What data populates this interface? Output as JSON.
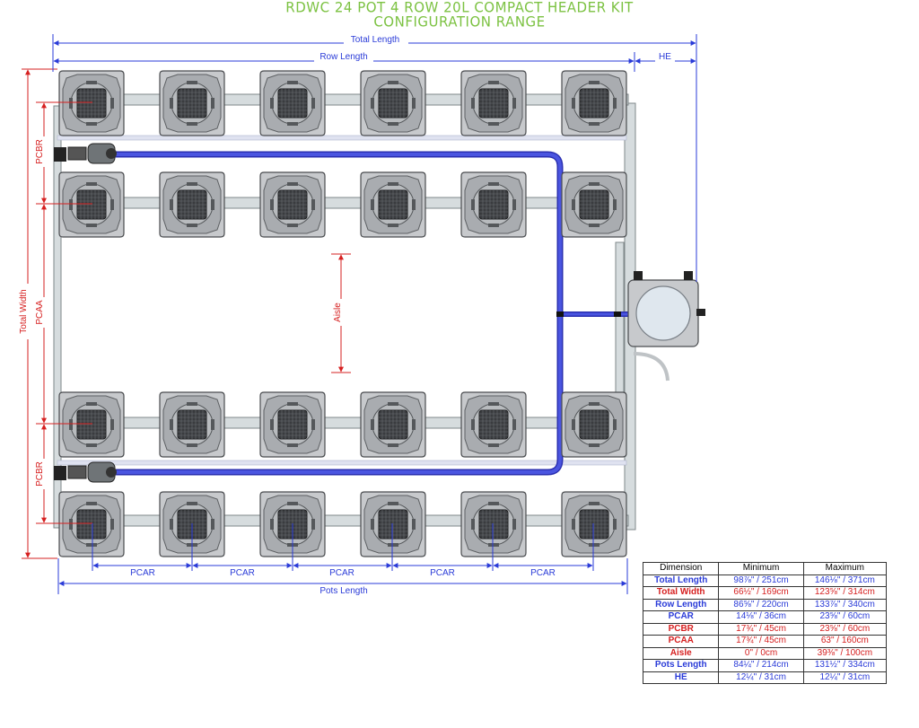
{
  "title": {
    "line1": "RDWC 24 POT 4 ROW 20L COMPACT HEADER KIT",
    "line2": "CONFIGURATION RANGE"
  },
  "colors": {
    "title": "#7cc242",
    "blue": "#2a3bd8",
    "red": "#d62020",
    "tubing": "#4a55e0",
    "pot": "#c7c9cc"
  },
  "labels": {
    "total_length": "Total Length",
    "row_length": "Row Length",
    "he": "HE",
    "total_width": "Total Width",
    "pcbr": "PCBR",
    "pcaa": "PCAA",
    "aisle": "Aisle",
    "pcar": "PCAR",
    "pots_length": "Pots Length"
  },
  "table": {
    "headers": [
      "Dimension",
      "Minimum",
      "Maximum"
    ],
    "rows": [
      {
        "name": "Total Length",
        "min": "98⅞\" / 251cm",
        "max": "146⅛\" / 371cm",
        "color": "blue"
      },
      {
        "name": "Total Width",
        "min": "66½\" / 169cm",
        "max": "123⅝\" / 314cm",
        "color": "red"
      },
      {
        "name": "Row Length",
        "min": "86⅝\" / 220cm",
        "max": "133⅞\" / 340cm",
        "color": "blue"
      },
      {
        "name": "PCAR",
        "min": "14⅛\" / 36cm",
        "max": "23⅝\" / 60cm",
        "color": "blue"
      },
      {
        "name": "PCBR",
        "min": "17¾\" / 45cm",
        "max": "23⅝\" / 60cm",
        "color": "red"
      },
      {
        "name": "PCAA",
        "min": "17¾\" / 45cm",
        "max": "63\" / 160cm",
        "color": "red"
      },
      {
        "name": "Aisle",
        "min": "0\" / 0cm",
        "max": "39⅜\" / 100cm",
        "color": "red"
      },
      {
        "name": "Pots Length",
        "min": "84¼\" / 214cm",
        "max": "131½\" / 334cm",
        "color": "blue"
      },
      {
        "name": "HE",
        "min": "12¼\" / 31cm",
        "max": "12¼\" / 31cm",
        "color": "blue"
      }
    ]
  }
}
